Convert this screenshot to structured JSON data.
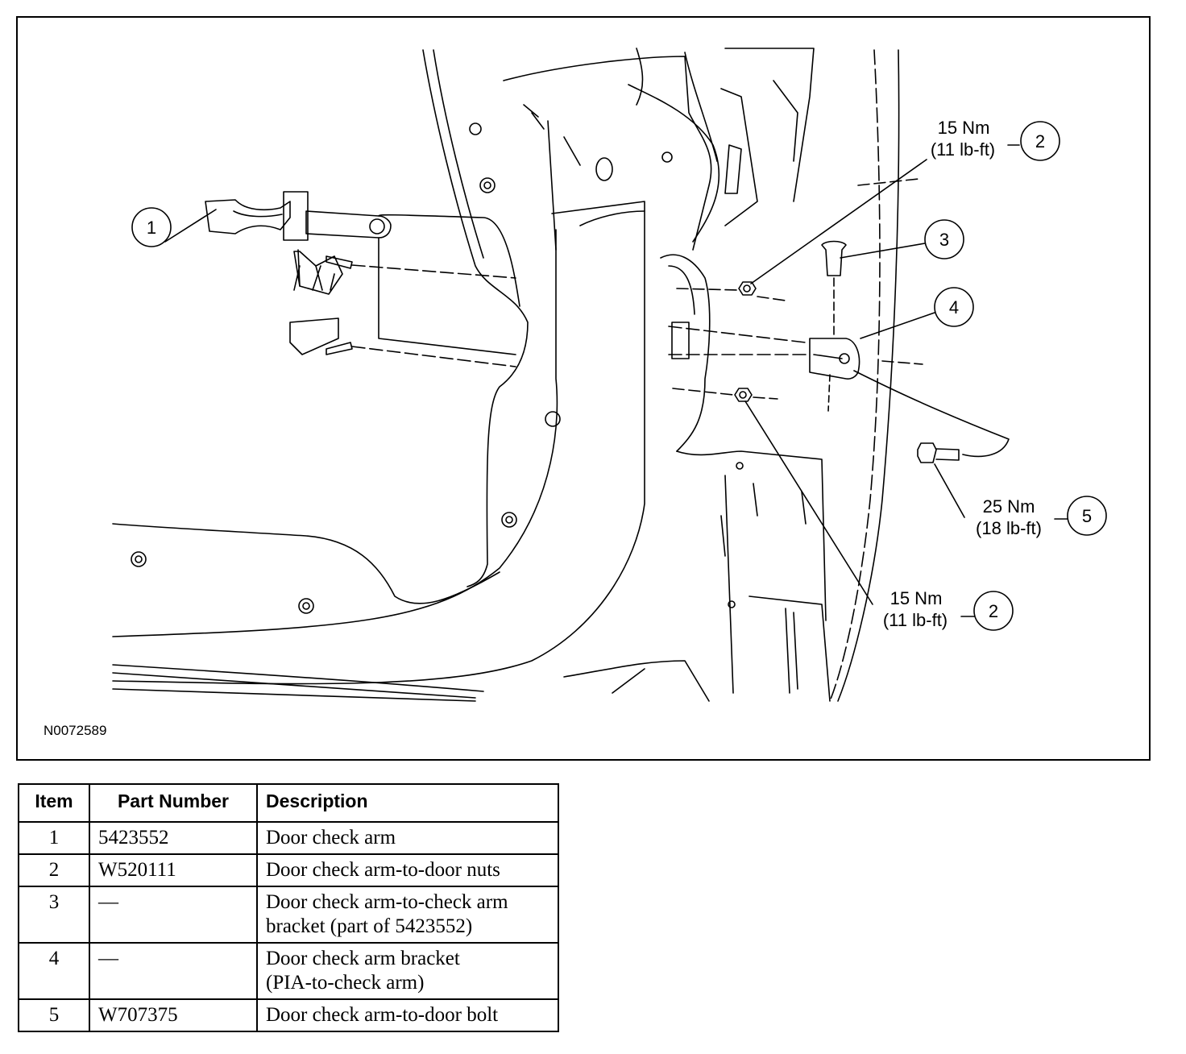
{
  "figure": {
    "id": "N0072589",
    "callouts": {
      "item1": "1",
      "item2_top": "2",
      "item3": "3",
      "item4": "4",
      "item5": "5",
      "item2_bottom": "2"
    },
    "torque": {
      "top_nm": "15 Nm",
      "top_lbft": "(11 lb-ft)",
      "bolt_nm": "25 Nm",
      "bolt_lbft": "(18 lb-ft)",
      "bottom_nm": "15 Nm",
      "bottom_lbft": "(11 lb-ft)"
    }
  },
  "table": {
    "headers": [
      "Item",
      "Part Number",
      "Description"
    ],
    "rows": [
      {
        "item": "1",
        "part": "5423552",
        "desc_line1": "Door check arm",
        "desc_line2": ""
      },
      {
        "item": "2",
        "part": "W520111",
        "desc_line1": "Door check arm-to-door nuts",
        "desc_line2": ""
      },
      {
        "item": "3",
        "part": "—",
        "desc_line1": "Door check arm-to-check arm",
        "desc_line2": "bracket (part of 5423552)"
      },
      {
        "item": "4",
        "part": "—",
        "desc_line1": "Door check arm bracket",
        "desc_line2": "(PIA-to-check arm)"
      },
      {
        "item": "5",
        "part": "W707375",
        "desc_line1": "Door check arm-to-door bolt",
        "desc_line2": ""
      }
    ]
  }
}
